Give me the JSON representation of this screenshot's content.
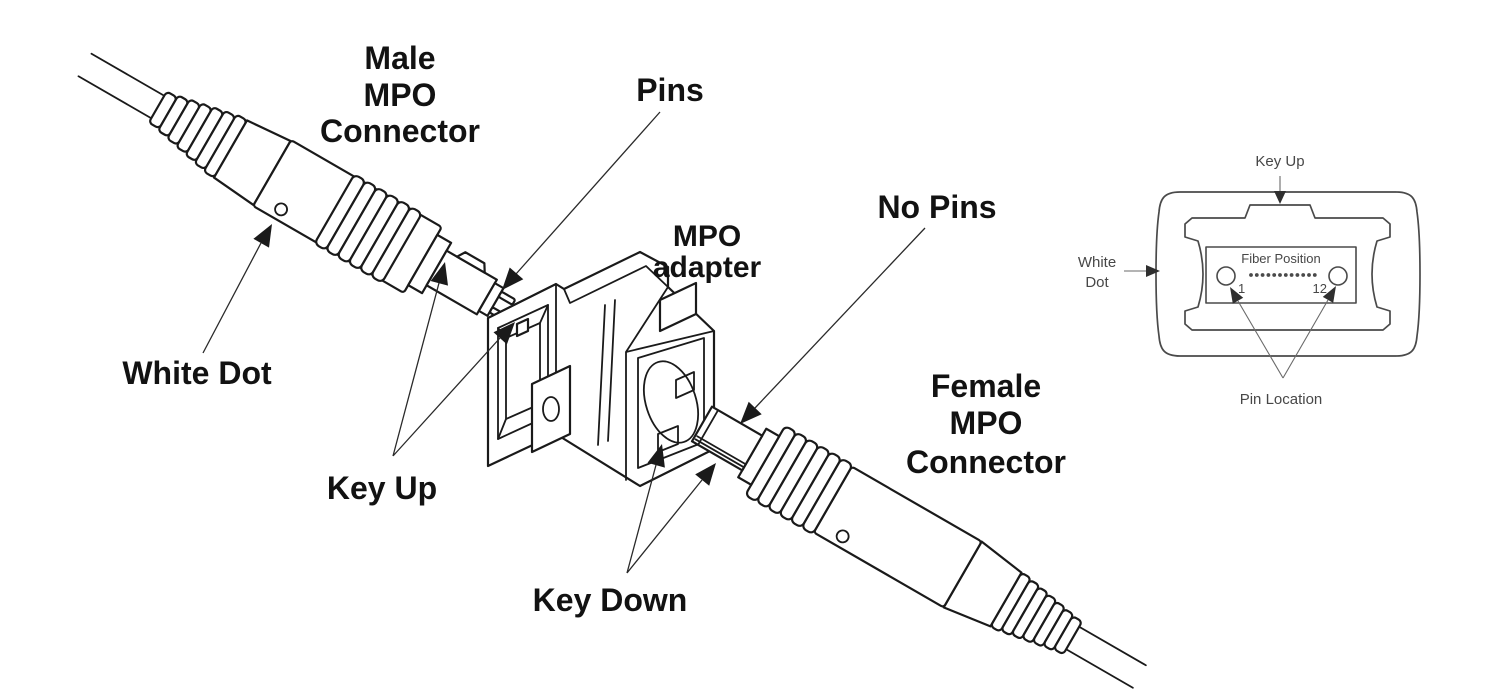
{
  "diagram_type": "MPO connector mating diagram",
  "colors": {
    "background": "#ffffff",
    "main_ink": "#1a1a1a",
    "face_view_ink": "#4a4a4a"
  },
  "labels": {
    "male": [
      "Male",
      "MPO",
      "Connector"
    ],
    "pins": "Pins",
    "white_dot": "White Dot",
    "key_up": "Key Up",
    "adapter": [
      "MPO",
      "adapter"
    ],
    "key_down": "Key Down",
    "no_pins": "No Pins",
    "female": [
      "Female",
      "MPO",
      "Connector"
    ]
  },
  "face_view": {
    "key_up": "Key Up",
    "white_dot": [
      "White",
      "Dot"
    ],
    "fiber_position": "Fiber Position",
    "pin_first": "1",
    "pin_last": "12",
    "pin_location": "Pin Location"
  }
}
